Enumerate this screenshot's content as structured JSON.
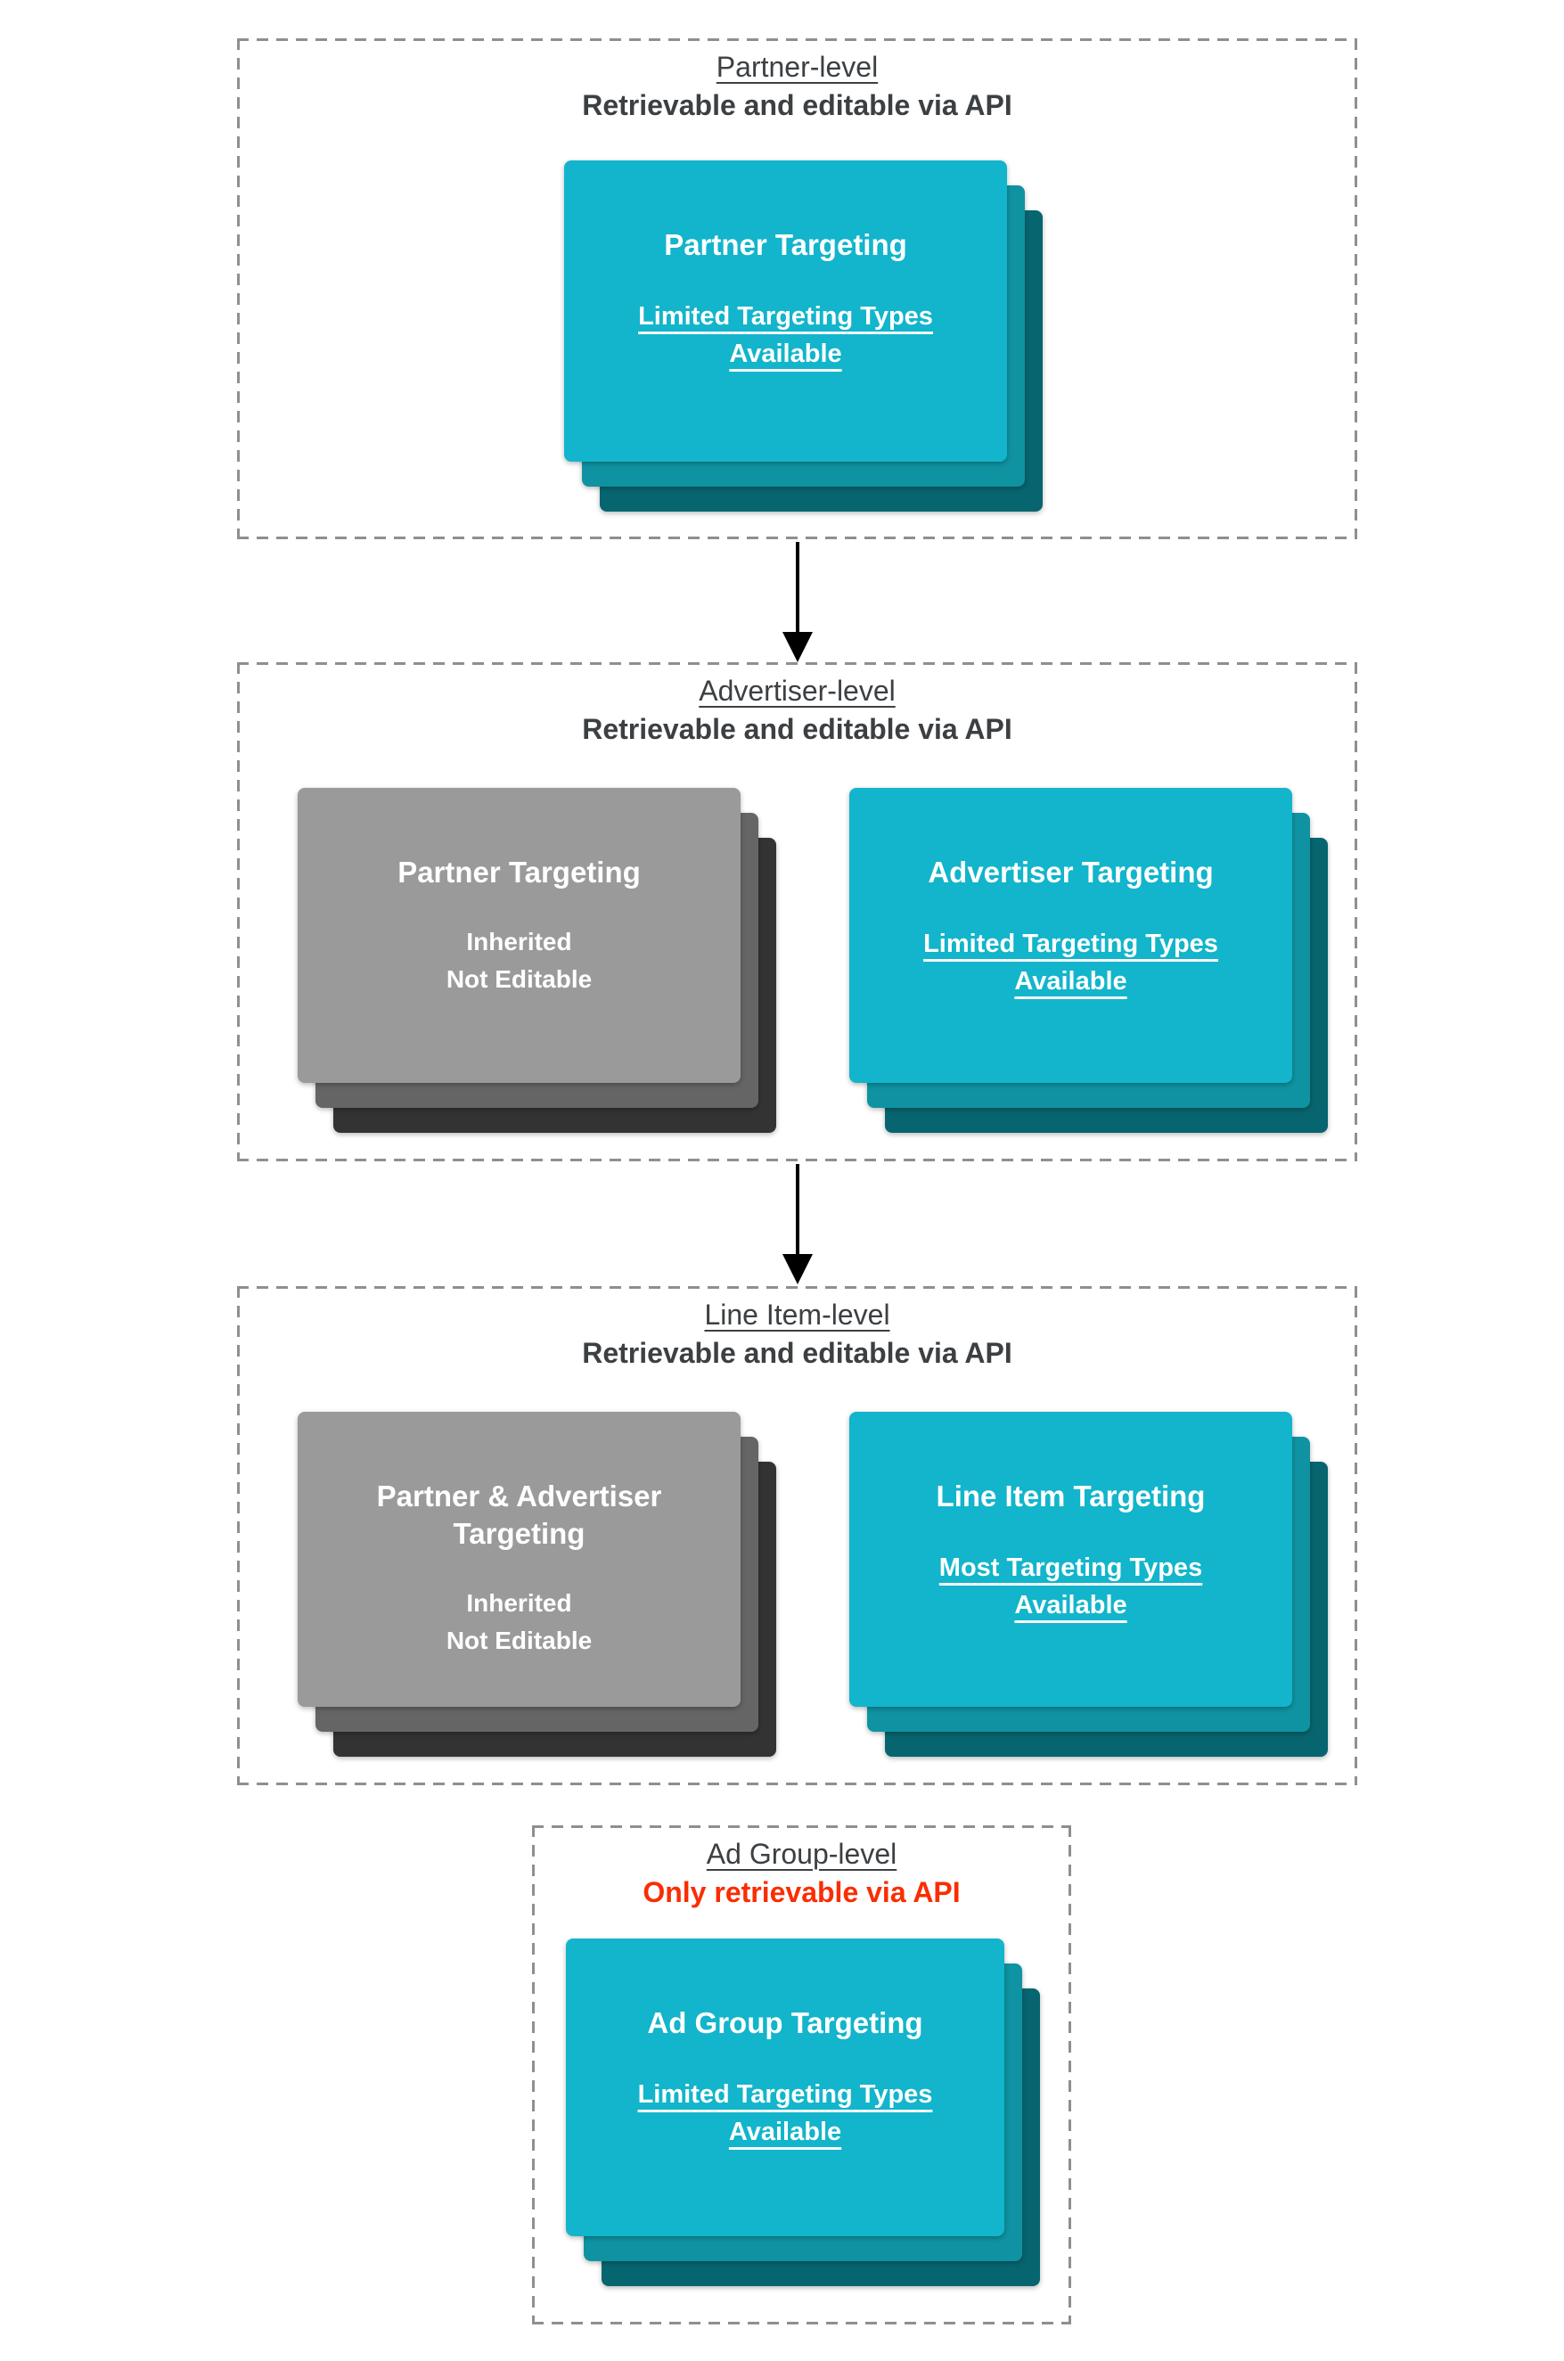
{
  "colors": {
    "cyan": "#12b5cb",
    "cyan_mid": "#0f93a2",
    "cyan_dark": "#07656f",
    "gray": "#9a9a9a",
    "gray_mid": "#656565",
    "gray_dark": "#333333",
    "heading": "#3c4043",
    "red": "#fa2d00",
    "dash": "#8f8f8f",
    "arrow": "#000000",
    "card_text": "#ffffff",
    "background": "#ffffff"
  },
  "icons": {
    "connector": "arrow-down"
  },
  "sections": [
    {
      "title": "Partner-level",
      "subtitle": "Retrievable and editable via API",
      "cards": [
        {
          "title": "Partner Targeting",
          "subtitle": "Limited Targeting Types Available"
        }
      ]
    },
    {
      "title": "Advertiser-level",
      "subtitle": "Retrievable and editable via API",
      "cards": [
        {
          "title": "Partner Targeting",
          "note_lines": [
            "Inherited",
            "Not Editable"
          ]
        },
        {
          "title": "Advertiser Targeting",
          "subtitle": "Limited Targeting Types Available"
        }
      ]
    },
    {
      "title": "Line Item-level",
      "subtitle": "Retrievable and editable via API",
      "cards": [
        {
          "title": "Partner & Advertiser Targeting",
          "note_lines": [
            "Inherited",
            "Not Editable"
          ]
        },
        {
          "title": "Line Item Targeting",
          "subtitle": "Most Targeting Types Available"
        }
      ]
    },
    {
      "title": "Ad Group-level",
      "subtitle": "Only retrievable via API",
      "cards": [
        {
          "title": "Ad Group Targeting",
          "subtitle": "Limited Targeting Types Available"
        }
      ]
    }
  ]
}
